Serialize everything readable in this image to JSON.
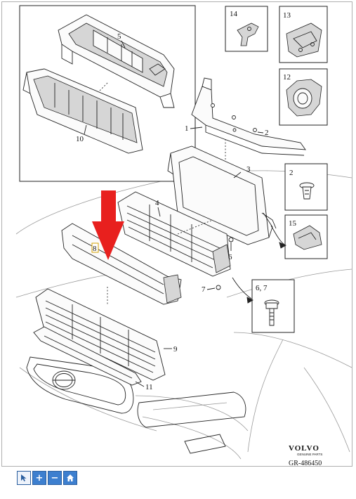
{
  "diagram": {
    "callouts": {
      "c1": "1",
      "c2a": "2",
      "c3": "3",
      "c4": "4",
      "c5": "5",
      "c6": "6",
      "c7": "7",
      "c8": "8",
      "c9": "9",
      "c10": "10",
      "c11": "11"
    },
    "boxes": {
      "b14": "14",
      "b13": "13",
      "b12": "12",
      "b2": "2",
      "b15": "15",
      "b67": "6, 7"
    },
    "brand": "VOLVO",
    "brand_sub": "GENUINE PARTS",
    "reference": "GR-486450",
    "highlight_color": "#e8201e"
  },
  "toolbar": {
    "pointer": "pointer-icon",
    "zoom_in": "+",
    "zoom_out": "−",
    "home": "home-icon"
  }
}
